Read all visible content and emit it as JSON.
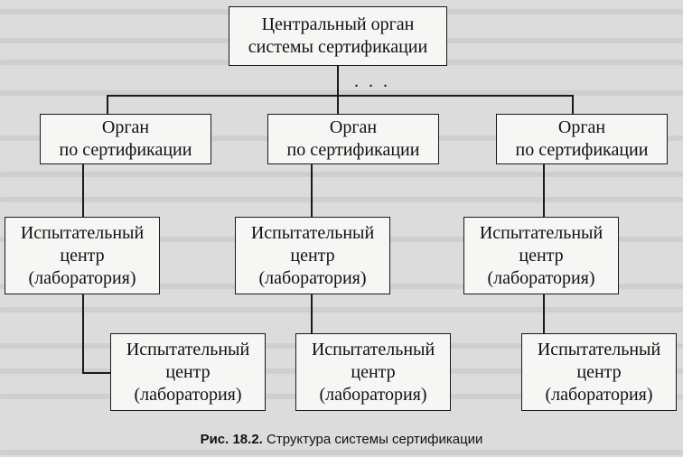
{
  "diagram": {
    "central": {
      "line1": "Центральный орган",
      "line2": "системы сертификации"
    },
    "ellipsis": ". . .",
    "bodies": [
      {
        "line1": "Орган",
        "line2": "по сертификации"
      },
      {
        "line1": "Орган",
        "line2": "по сертификации"
      },
      {
        "line1": "Орган",
        "line2": "по сертификации"
      }
    ],
    "labs_upper": [
      {
        "line1": "Испытательный",
        "line2": "центр",
        "line3": "(лаборатория)"
      },
      {
        "line1": "Испытательный",
        "line2": "центр",
        "line3": "(лаборатория)"
      },
      {
        "line1": "Испытательный",
        "line2": "центр",
        "line3": "(лаборатория)"
      }
    ],
    "labs_lower": [
      {
        "line1": "Испытательный",
        "line2": "центр",
        "line3": "(лаборатория)"
      },
      {
        "line1": "Испытательный",
        "line2": "центр",
        "line3": "(лаборатория)"
      },
      {
        "line1": "Испытательный",
        "line2": "центр",
        "line3": "(лаборатория)"
      }
    ]
  },
  "caption": {
    "label": "Рис. 18.2.",
    "text": "Структура системы сертификации"
  }
}
